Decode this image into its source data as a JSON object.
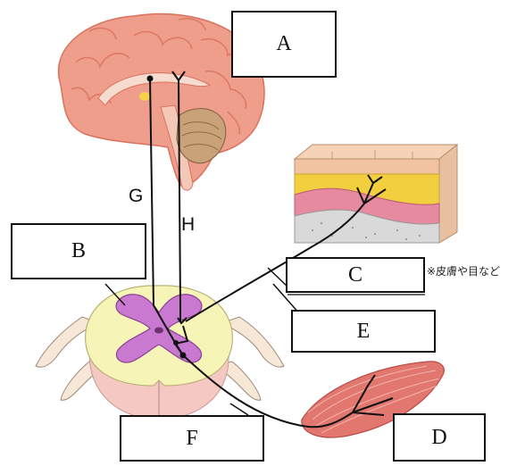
{
  "boxes": {
    "A": "A",
    "B": "B",
    "C": "C",
    "D": "D",
    "E": "E",
    "F": "F"
  },
  "pathway_labels": {
    "G": "G",
    "H": "H"
  },
  "note": "※皮膚や目など",
  "colors": {
    "brain": "#ef9e8c",
    "brain_dark": "#d9715d",
    "cerebellum": "#c9a27a",
    "spinal_white": "#f7f4b8",
    "spinal_gray": "#c97ad0",
    "skin_top": "#f1c3a0",
    "fat_layer": "#f2cf3e",
    "dermis": "#e68aa0",
    "muscle": "#e2776f"
  }
}
